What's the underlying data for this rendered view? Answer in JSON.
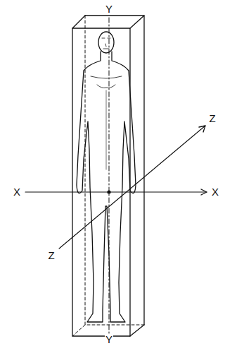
{
  "diagram": {
    "labels": [
      "Y",
      "Z",
      "X",
      "X",
      "Z",
      "Y"
    ]
  }
}
